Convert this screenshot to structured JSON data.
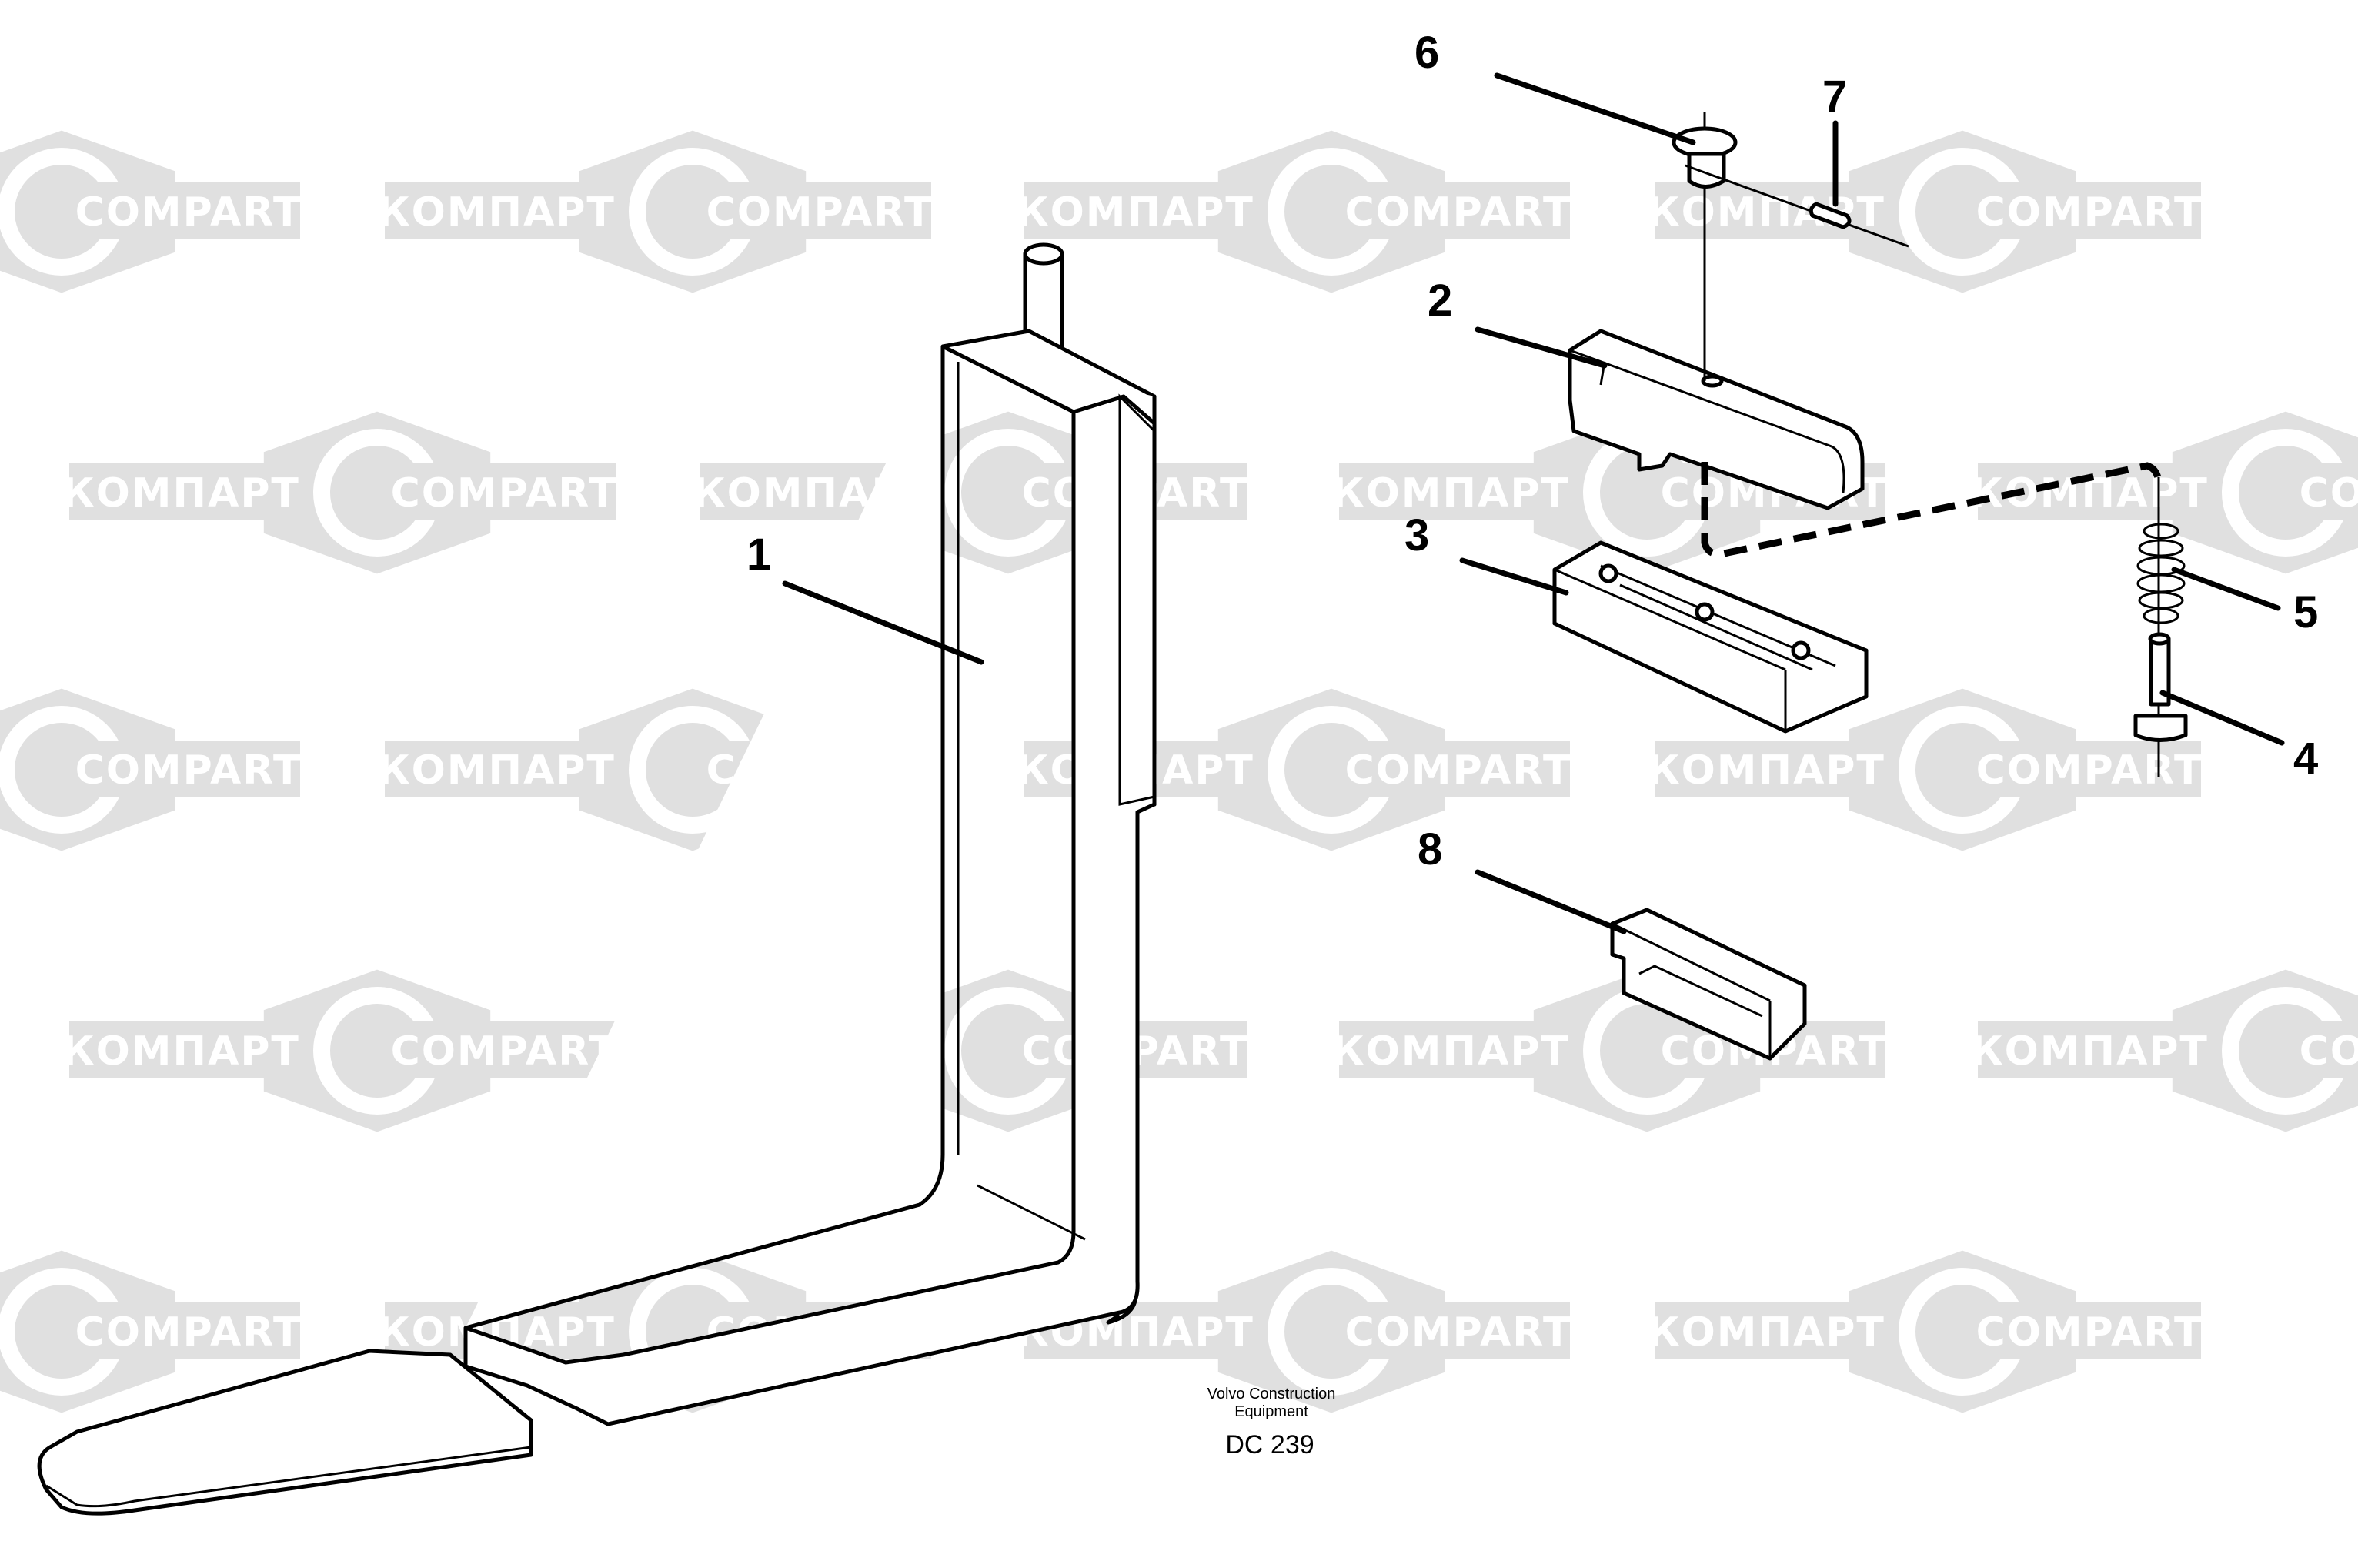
{
  "watermark": {
    "latin": "COMPART",
    "cyrillic": "КОМПАРТ",
    "color": "#e0e0e0"
  },
  "callouts": [
    "1",
    "2",
    "3",
    "4",
    "5",
    "6",
    "7",
    "8"
  ],
  "caption": {
    "line1": "Volvo Construction",
    "line2": "Equipment",
    "code": "DC 239"
  }
}
